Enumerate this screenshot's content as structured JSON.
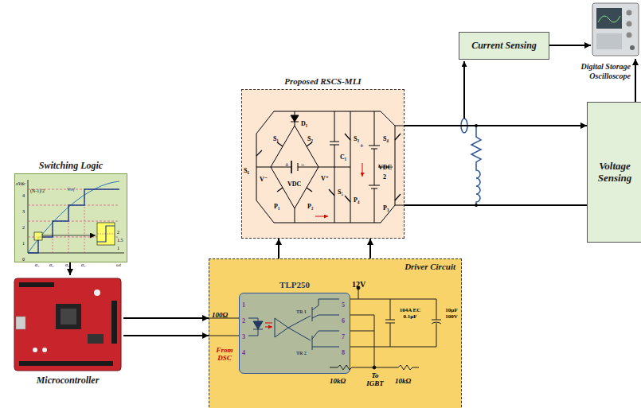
{
  "diagram": {
    "nodes": [
      {
        "text": [
          "Switching Logic"
        ]
      },
      {
        "text": [
          "Microcontroller"
        ]
      },
      {
        "text": [
          "Proposed RSCS-MLI"
        ]
      },
      {
        "text": [
          "Driver Circuit"
        ]
      },
      {
        "text": [
          "TLP250"
        ],
        "in": 3
      },
      {
        "text": [
          "Current Sensing"
        ]
      },
      {
        "text": [
          "Digital Storage Oscilloscope"
        ]
      },
      {
        "text": [
          "Voltage Sensing"
        ]
      }
    ],
    "edges": [
      {
        "from": 0,
        "to": 1,
        "arrow": "to"
      },
      {
        "from": 1,
        "to": 3,
        "arrow": "to"
      },
      {
        "from": 1,
        "to": 3,
        "arrow": "to"
      },
      {
        "from": 3,
        "to": 2,
        "arrow": "to"
      },
      {
        "from": 3,
        "to": 2,
        "arrow": "to"
      },
      {
        "from": 2,
        "to": 7,
        "arrow": "to"
      },
      {
        "from": 2,
        "to": 7,
        "arrow": "none"
      },
      {
        "from": 5,
        "to": 6,
        "arrow": "to"
      },
      {
        "from": 7,
        "to": 6,
        "arrow": "to"
      }
    ],
    "labels": [
      "xVdc",
      "(N-1)/2",
      "4",
      "3",
      "2",
      "1",
      "0",
      "α₁",
      "α₂",
      "α₃",
      "α₄",
      "ωt",
      "Vref",
      "2",
      "1.5",
      "1",
      "S₁",
      "S₂",
      "S₃",
      "S₄",
      "S₅",
      "S₆",
      "P₁",
      "P₂",
      "P₃",
      "P₄",
      "D₁",
      "C₁",
      "V⁻",
      "V⁺",
      "VDC",
      "+",
      "−",
      "VDC",
      "2",
      "+",
      "100Ω",
      "From DSC",
      "1",
      "2",
      "3",
      "4",
      "5",
      "6",
      "7",
      "8",
      "TR 1",
      "TR 2",
      "12V",
      "104A EC 0.1µF",
      "10µF 100V",
      "10kΩ",
      "10kΩ",
      "To IGBT"
    ]
  }
}
